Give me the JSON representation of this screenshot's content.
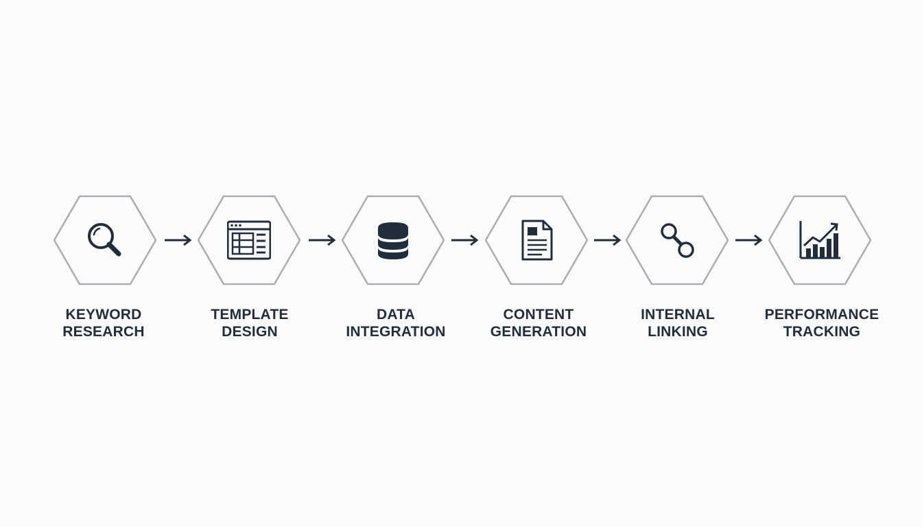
{
  "colors": {
    "background": "#fbfbfb",
    "hex_stroke": "#a9adb3",
    "icon": "#1f2d3d",
    "text": "#1f2d3d"
  },
  "steps": [
    {
      "icon": "magnifier-icon",
      "label_line1": "KEYWORD",
      "label_line2": "RESEARCH"
    },
    {
      "icon": "template-window-icon",
      "label_line1": "TEMPLATE",
      "label_line2": "DESIGN"
    },
    {
      "icon": "database-icon",
      "label_line1": "DATA",
      "label_line2": "INTEGRATION"
    },
    {
      "icon": "document-icon",
      "label_line1": "CONTENT",
      "label_line2": "GENERATION"
    },
    {
      "icon": "link-nodes-icon",
      "label_line1": "INTERNAL",
      "label_line2": "LINKING"
    },
    {
      "icon": "chart-growth-icon",
      "label_line1": "PERFORMANCE",
      "label_line2": "TRACKING"
    }
  ]
}
